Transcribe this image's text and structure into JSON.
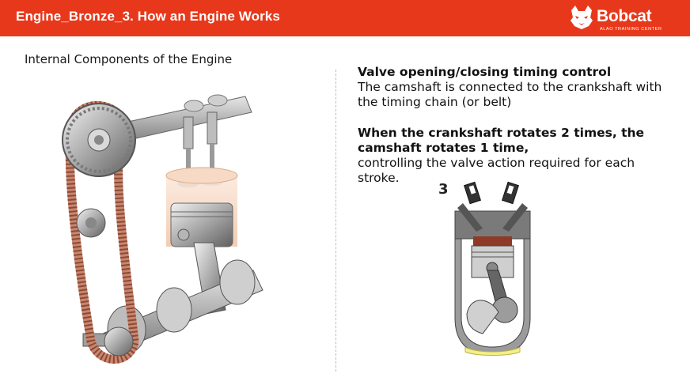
{
  "header": {
    "title": "Engine_Bronze_3. How an Engine Works",
    "brand": "Bobcat",
    "brand_sub": "ALAO TRAINING CENTER",
    "bg_color": "#e8381b"
  },
  "main": {
    "subtitle": "Internal Components of the Engine",
    "stroke_number": "3",
    "section1": {
      "heading": "Valve opening/closing timing control",
      "body": "The camshaft is connected to the crankshaft with the timing chain (or belt)"
    },
    "section2": {
      "heading": "When the crankshaft rotates 2 times, the camshaft rotates 1 time,",
      "body": "controlling the valve action required for each stroke."
    }
  },
  "icons": [
    "bobcat-logo-icon"
  ]
}
